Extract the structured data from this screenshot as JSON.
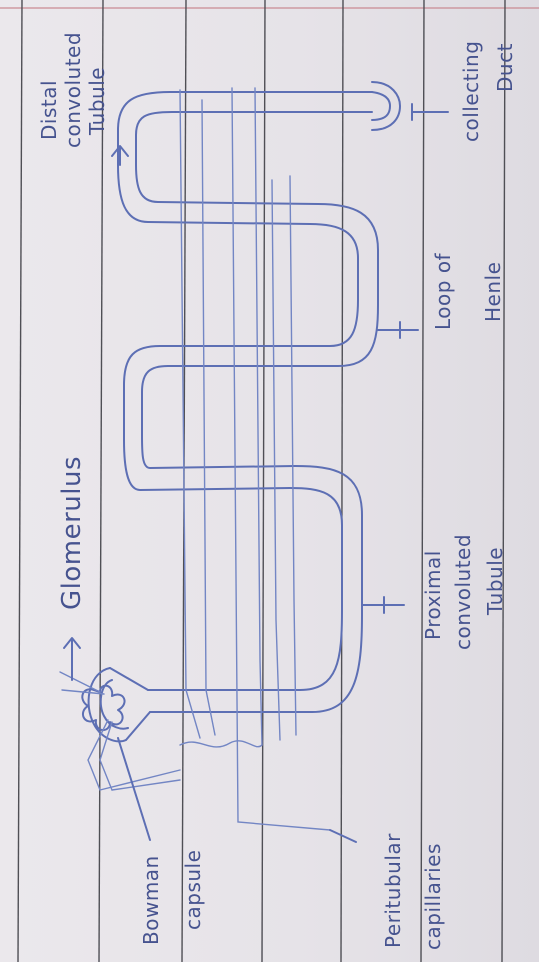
{
  "diagram": {
    "labels": {
      "glomerulus": "Glomerulus",
      "distal_line1": "Distal",
      "distal_line2": "convoluted",
      "distal_line3": "Tubule",
      "collecting_line1": "collecting",
      "collecting_line2": "Duct",
      "loop_line1": "Loop of",
      "loop_line2": "Henle",
      "proximal_line1": "Proximal",
      "proximal_line2": "convoluted",
      "proximal_line3": "Tubule",
      "bowman_line1": "Bowman",
      "bowman_line2": "capsule",
      "peritubular_line1": "Peritubular",
      "peritubular_line2": "capillaries"
    },
    "colors": {
      "ink": "#5d6fb4",
      "text_ink": "#46538f",
      "ruled_line": "#4f4f55",
      "margin_line": "#c98a93",
      "paper": "#e8e5ea"
    }
  }
}
